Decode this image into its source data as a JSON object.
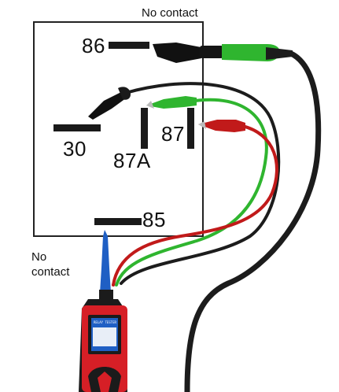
{
  "pins": {
    "p86": "86",
    "p30": "30",
    "p87a": "87A",
    "p87": "87",
    "p85": "85"
  },
  "notes": {
    "top": "No contact",
    "left_line1": "No",
    "left_line2": "contact"
  },
  "tester_screen": {
    "title": "RELAY TESTER"
  },
  "colors": {
    "relay_outline": "#222222",
    "terminal": "#1a1a1a",
    "wire_black": "#1c1c1c",
    "wire_green": "#2fb52f",
    "wire_red": "#c11a1a",
    "tester_body": "#d61f26",
    "tester_grip": "#1b1b1b",
    "screen": "#1f5fc4"
  }
}
